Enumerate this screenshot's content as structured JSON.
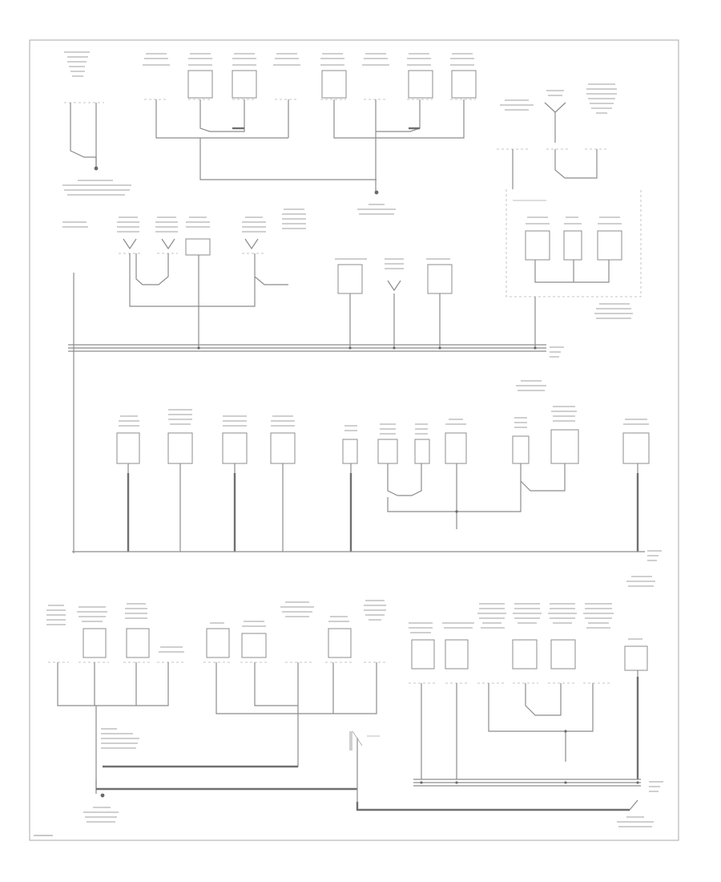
{
  "diagram": {
    "kind": "automotive ground distribution wiring diagram",
    "colors": {
      "background": "#ffffff",
      "line": "#8c8c8c",
      "frame": "#b8b8b8"
    },
    "sections": [
      "top-left-ground-group",
      "top-right-sensor-group",
      "upper-ground-bus",
      "middle-ground-bus",
      "bottom-ground-group"
    ]
  }
}
